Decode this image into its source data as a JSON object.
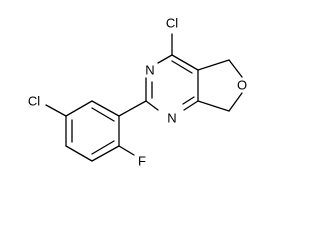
{
  "molecule": {
    "atoms": {
      "cl_top": "Cl",
      "n_upper": "N",
      "n_lower": "N",
      "o_ring": "O",
      "cl_left": "Cl",
      "f": "F"
    },
    "colors": {
      "bond": "#000000",
      "label": "#000000",
      "background": "#ffffff"
    }
  }
}
